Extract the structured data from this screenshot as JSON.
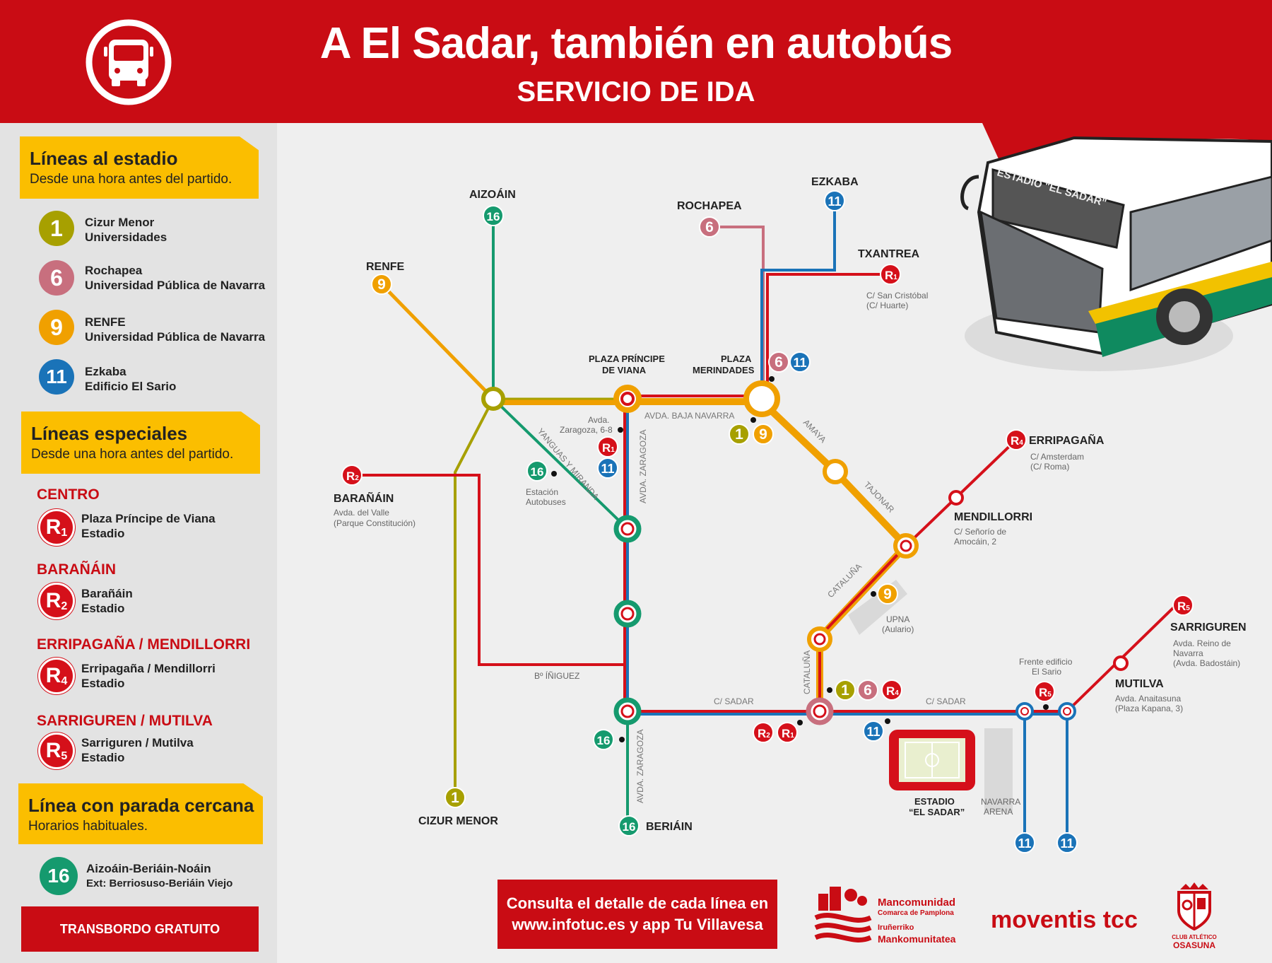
{
  "header": {
    "title": "A El Sadar, también en autobús",
    "subtitle": "SERVICIO DE IDA"
  },
  "sidebar": {
    "lineas_estadio": {
      "title": "Líneas al estadio",
      "subtitle": "Desde una hora antes del partido."
    },
    "lines": [
      {
        "num": "1",
        "color": "#a7a000",
        "l1": "Cizur Menor",
        "l2": "Universidades"
      },
      {
        "num": "6",
        "color": "#c86f7e",
        "l1": "Rochapea",
        "l2": "Universidad Pública de Navarra"
      },
      {
        "num": "9",
        "color": "#f0a000",
        "l1": "RENFE",
        "l2": "Universidad Pública de Navarra"
      },
      {
        "num": "11",
        "color": "#1a73b8",
        "l1": "Ezkaba",
        "l2": "Edificio El Sario"
      }
    ],
    "lineas_especiales": {
      "title": "Líneas especiales",
      "subtitle": "Desde una hora antes del partido."
    },
    "special": [
      {
        "section": "CENTRO",
        "code": "R",
        "num": "1",
        "l1": "Plaza Príncipe de Viana",
        "l2": "Estadio"
      },
      {
        "section": "BARAÑÁIN",
        "code": "R",
        "num": "2",
        "l1": "Barañáin",
        "l2": "Estadio"
      },
      {
        "section": "ERRIPAGAÑA / MENDILLORRI",
        "code": "R",
        "num": "4",
        "l1": "Erripagaña / Mendillorri",
        "l2": "Estadio"
      },
      {
        "section": "SARRIGUREN / MUTILVA",
        "code": "R",
        "num": "5",
        "l1": "Sarriguren / Mutilva",
        "l2": "Estadio"
      }
    ],
    "linea_cercana": {
      "title": "Línea con parada cercana",
      "subtitle": "Horarios habituales."
    },
    "near": {
      "num": "16",
      "color": "#159a6e",
      "l1": "Aizoáin-Beriáin-Noáin",
      "l2": "Ext: Berriosuso-Beriáin Viejo"
    },
    "transbordo": "TRANSBORDO GRATUITO"
  },
  "colors": {
    "brand_red": "#c90c14",
    "line_1": "#a7a000",
    "line_6": "#c86f7e",
    "line_9": "#f0a000",
    "line_11": "#1a73b8",
    "line_16": "#159a6e",
    "special_red": "#d5101a"
  },
  "map": {
    "places": {
      "aizoain": "AIZOÁIN",
      "renfe": "RENFE",
      "rochapea": "ROCHAPEA",
      "ezkaba": "EZKABA",
      "txantrea": "TXANTREA",
      "txantrea_sub1": "C/ San Cristóbal",
      "txantrea_sub2": "(C/ Huarte)",
      "plaza_pv1": "PLAZA PRÍNCIPE",
      "plaza_pv2": "DE VIANA",
      "plaza_mer1": "PLAZA",
      "plaza_mer2": "MERINDADES",
      "baranain": "BARAÑÁIN",
      "baranain_sub1": "Avda. del Valle",
      "baranain_sub2": "(Parque Constitución)",
      "avda_zar1": "Avda.",
      "avda_zar2": "Zaragoza, 6-8",
      "estacion1": "Estación",
      "estacion2": "Autobuses",
      "erripagana": "ERRIPAGAÑA",
      "erripagana_sub1": "C/ Amsterdam",
      "erripagana_sub2": "(C/ Roma)",
      "mendillorri": "MENDILLORRI",
      "mendillorri_sub1": "C/ Señorío de",
      "mendillorri_sub2": "Amocáin, 2",
      "upna1": "UPNA",
      "upna2": "(Aulario)",
      "sarriguren": "SARRIGUREN",
      "sarriguren_sub1": "Avda. Reino de",
      "sarriguren_sub2": "Navarra",
      "sarriguren_sub3": "(Avda. Badostáin)",
      "mutilva": "MUTILVA",
      "mutilva_sub1": "Avda. Anaitasuna",
      "mutilva_sub2": "(Plaza Kapana, 3)",
      "sario1": "Frente edificio",
      "sario2": "El Sario",
      "cizur": "CIZUR MENOR",
      "beriain": "BERIÁIN",
      "estadio1": "ESTADIO",
      "estadio2": "“EL SADAR”",
      "navarra1": "NAVARRA",
      "navarra2": "ARENA",
      "iniguez": "Bº ÍÑIGUEZ"
    },
    "streets": {
      "baja_navarra": "AVDA. BAJA NAVARRA",
      "yanguas": "YANGUAS Y MIRANDA",
      "avda_zaragoza": "AVDA. ZARAGOZA",
      "amaya": "AMAYA",
      "tajonar": "TAJONAR",
      "cataluna": "CATALUÑA",
      "sadar": "C/ SADAR"
    },
    "badges": {
      "b1": "1",
      "b6": "6",
      "b9": "9",
      "b11": "11",
      "b16": "16",
      "r": "R",
      "r1": "1",
      "r2": "2",
      "r4": "4",
      "r5": "5"
    },
    "bus_sign": "ESTADIO \"EL SADAR\""
  },
  "footer": {
    "consulta_l1": "Consulta el detalle de cada línea en",
    "consulta_l2": "www.infotuc.es y app Tu Villavesa",
    "mcp_l1": "Mancomunidad",
    "mcp_l2": "Comarca de Pamplona",
    "mcp_l3": "Iruñerriko",
    "mcp_l4": "Mankomunitatea",
    "moventis": "moventis tcc",
    "osasuna_l1": "CLUB ATLÉTICO",
    "osasuna_l2": "OSASUNA"
  }
}
